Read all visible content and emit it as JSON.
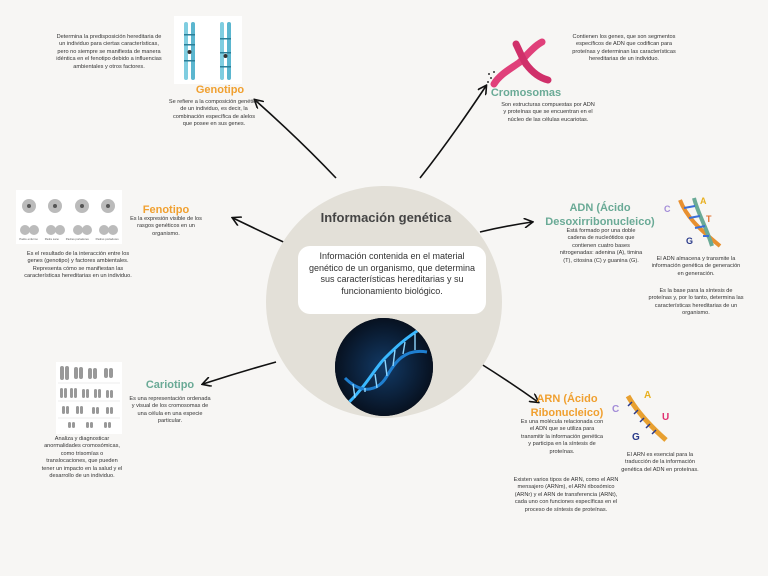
{
  "center": {
    "title": "Información genética",
    "text": "Información contenida en el material genético de un organismo, que determina sus características hereditarias y su funcionamiento biológico."
  },
  "genotipo": {
    "title": "Genotipo",
    "desc": "Se refiere a la composición genética de un individuo, es decir, la combinación específica de alelos que posee en sus genes.",
    "side": "Determina la predisposición hereditaria de un individuo para ciertas características, pero no siempre se manifiesta de manera idéntica en el fenotipo debido a influencias ambientales y otros factores."
  },
  "cromosomas": {
    "title": "Cromosomas",
    "top": "Contienen los genes, que son segmentos específicos de ADN que codifican para proteínas y determinan las características hereditarias de un individuo.",
    "desc": "Son estructuras compuestas por ADN y proteínas que se encuentran en el núcleo de las células eucariotas."
  },
  "fenotipo": {
    "title": "Fenotipo",
    "desc": "Es la expresión visible de los rasgos genéticos en un organismo.",
    "side": "Es el resultado de la interacción entre los genes (genotipo) y factores ambientales. Representa cómo se manifiestan las características hereditarias en un individuo.",
    "img_labels": [
      "Padre enfermo",
      "Padre sano",
      "Padres portadores",
      "Padres portadores"
    ]
  },
  "adn": {
    "title": "ADN (Ácido Desoxirribonucleico)",
    "desc": "Está formado por una doble cadena de nucleótidos que contienen cuatro bases nitrogenadas: adenina (A), timina (T), citosina (C) y guanina (G).",
    "side1": "El ADN almacena y transmite la información genética de generación en generación.",
    "side2": "Es la base para la síntesis de proteínas y, por lo tanto, determina las características hereditarias de un organismo.",
    "letters": [
      "C",
      "A",
      "T",
      "G"
    ]
  },
  "cariotipo": {
    "title": "Cariotipo",
    "desc": "Es una representación ordenada y visual de los cromosomas de una célula en una especie particular.",
    "side": "Analiza y diagnosticar anormalidades cromosómicas, como trisomías o translocaciones, que pueden tener un impacto en la salud y el desarrollo de un individuo."
  },
  "arn": {
    "title": "ARN (Ácido Ribonucleico)",
    "desc": "Es una molécula relacionada con el ADN que se utiliza para transmitir la información genética y participa en la síntesis de proteínas.",
    "desc2": "Existen varios tipos de ARN, como el ARN mensajero (ARNm), el ARN ribosómico (ARNr) y el ARN de transferencia (ARNt), cada uno con funciones específicas en el proceso de síntesis de proteínas.",
    "side": "El ARN es esencial para la traducción de la información genética del ADN en proteínas.",
    "letters": [
      "C",
      "A",
      "U",
      "G"
    ]
  },
  "colors": {
    "orange": "#f0a030",
    "green": "#6aaa96",
    "circle": "#e3e0d8"
  }
}
